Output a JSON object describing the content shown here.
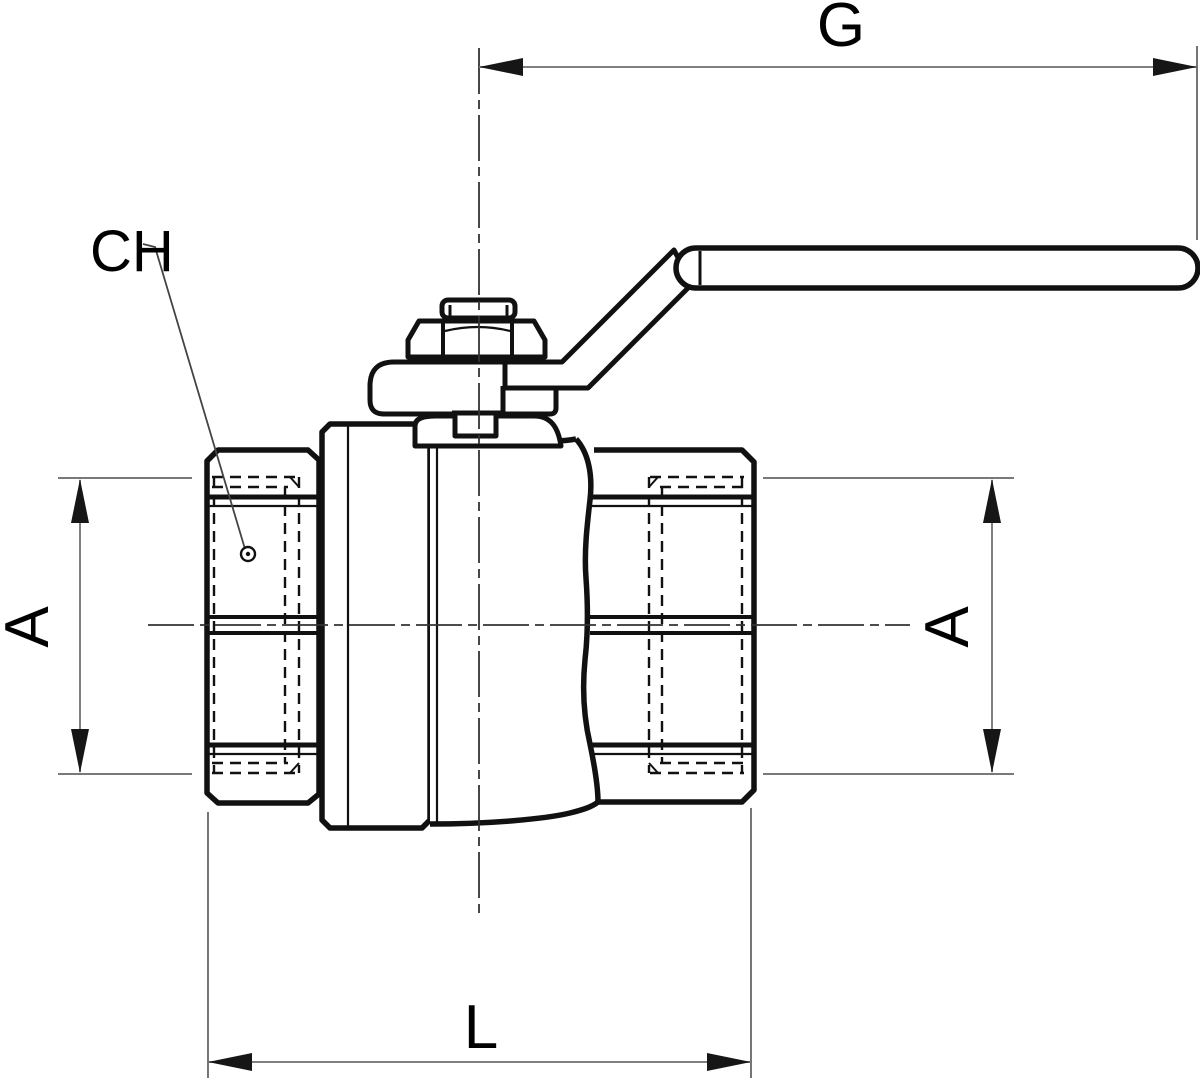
{
  "drawing": {
    "title": "Ball valve side elevation technical drawing",
    "view": "side elevation with dimension callouts",
    "dimensions": {
      "g_label": "G",
      "ch_label": "CH",
      "a_left_label": "A",
      "a_right_label": "A",
      "l_label": "L"
    },
    "colors": {
      "outline": "#111111",
      "dimension_line": "#808080",
      "extension_line": "#666666",
      "centerline": "#333333",
      "arrowhead": "#161616",
      "label_text": "#000000",
      "background": "#ffffff"
    }
  }
}
